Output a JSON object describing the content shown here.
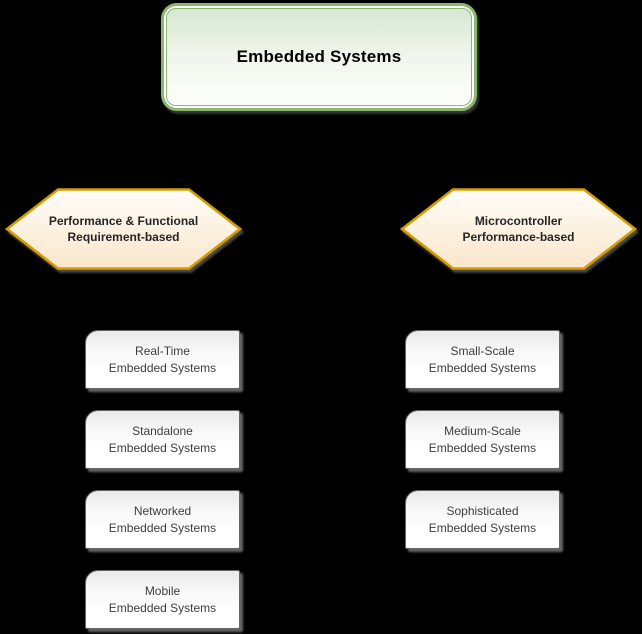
{
  "diagram": {
    "background_color": "#000000",
    "root": {
      "label": "Embedded Systems",
      "fill": "#d5e8d4",
      "stroke": "#82b366"
    },
    "categories": [
      {
        "label": "Performance & Functional\nRequirement-based",
        "fill": "#ffe6cc",
        "stroke": "#d79b00"
      },
      {
        "label": "Microcontroller\nPerformance-based",
        "fill": "#ffe6cc",
        "stroke": "#d79b00"
      }
    ],
    "performance_types": [
      "Real-Time\nEmbedded Systems",
      "Standalone\nEmbedded Systems",
      "Networked\nEmbedded Systems",
      "Mobile\nEmbedded Systems"
    ],
    "microcontroller_types": [
      "Small-Scale\nEmbedded Systems",
      "Medium-Scale\nEmbedded Systems",
      "Sophisticated\nEmbedded Systems"
    ],
    "leaf_stroke": "#666666"
  }
}
